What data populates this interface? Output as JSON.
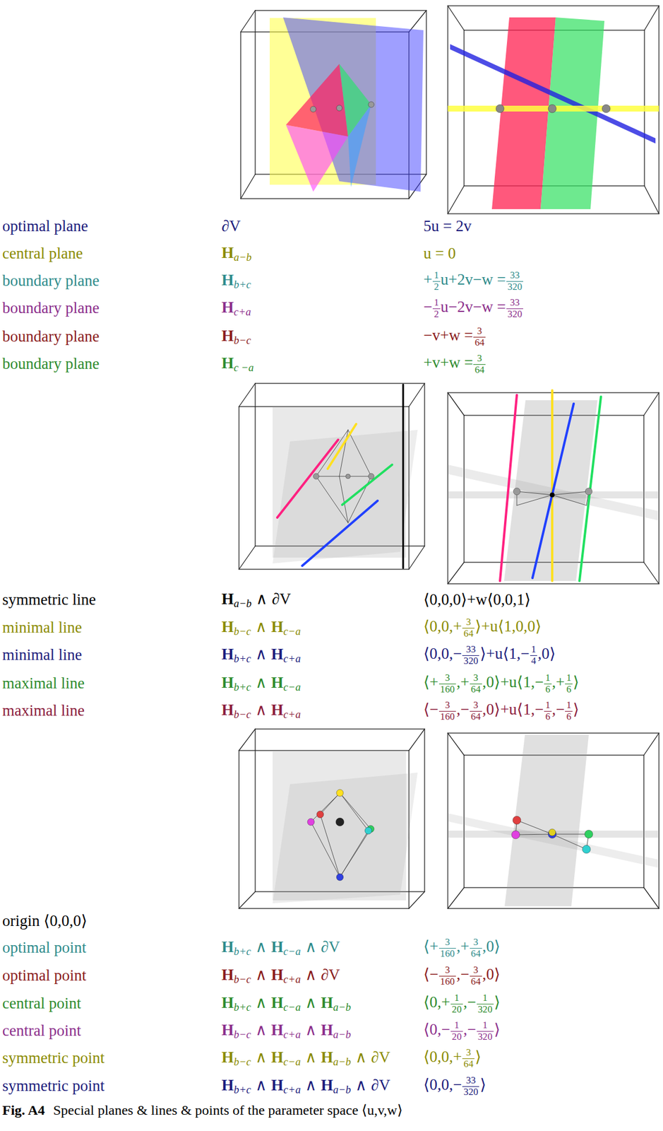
{
  "diagram": {
    "caption": "Special planes & lines & points of the parameter space ⟨u,v,w⟩",
    "labels": [
      "optimal plane",
      "∂V",
      "5u = 2v",
      "central plane",
      "H",
      "a−b",
      "u = 0",
      "boundary plane",
      "H",
      "b+c",
      "+",
      "1",
      "2",
      "u+2v−w =",
      "33",
      "320",
      "boundary plane",
      "H",
      "c+a",
      "−",
      "1",
      "2",
      "u−2v−w =",
      "33",
      "320",
      "boundary plane",
      "H",
      "b−c",
      "−v+w =",
      "3",
      "64",
      "boundary plane",
      "H",
      "c −a",
      "+v+w =",
      "3",
      "64",
      "symmetric line",
      "H",
      "a−b",
      "∧",
      "∂V",
      "⟨0,0,0⟩+w⟨0,0,1⟩",
      "minimal line",
      "H",
      "b−c",
      "∧",
      "H",
      "c−a",
      "⟨0,0,+",
      "3",
      "64",
      "⟩+u⟨1,0,0⟩",
      "minimal line",
      "H",
      "b+c",
      "∧",
      "H",
      "c+a",
      "⟨0,0,−",
      "33",
      "320",
      "⟩+u⟨1,−",
      "1",
      "4",
      ",0⟩",
      "maximal line",
      "H",
      "b+c",
      "∧",
      "H",
      "c−a",
      "⟨+",
      "3",
      "160",
      ",+",
      "3",
      "64",
      ",0⟩+u⟨1,−",
      "1",
      "6",
      ",+",
      "1",
      "6",
      "⟩",
      "maximal line",
      "H",
      "b−c",
      "∧",
      "H",
      "c+a",
      "⟨−",
      "3",
      "160",
      ",−",
      "3",
      "64",
      ",0⟩+u⟨1,−",
      "1",
      "6",
      ",−",
      "1",
      "6",
      "⟩",
      "origin ⟨0,0,0⟩",
      "optimal point",
      "H",
      "b+c",
      "∧",
      "H",
      "c−a",
      "∧",
      "∂V",
      "⟨+",
      "3",
      "160",
      ",+",
      "3",
      "64",
      ",0⟩",
      "optimal point",
      "H",
      "b−c",
      "∧",
      "H",
      "c+a",
      "∧",
      "∂V",
      "⟨−",
      "3",
      "160",
      ",−",
      "3",
      "64",
      ",0⟩",
      "central point",
      "H",
      "b+c",
      "∧",
      "H",
      "c−a",
      "∧",
      "H",
      "a−b",
      "⟨0,+",
      "1",
      "20",
      ",−",
      "1",
      "320",
      "⟩",
      "central point",
      "H",
      "b−c",
      "∧",
      "H",
      "c+a",
      "∧",
      "H",
      "a−b",
      "⟨0,−",
      "1",
      "20",
      ",−",
      "1",
      "320",
      "⟩",
      "symmetric point",
      "H",
      "b−c",
      "∧",
      "H",
      "c−a",
      "∧",
      "H",
      "a−b",
      "∧",
      "∂V",
      "⟨0,0,+",
      "3",
      "64",
      "⟩",
      "symmetric point",
      "H",
      "b+c",
      "∧",
      "H",
      "c+a",
      "∧",
      "H",
      "a−b",
      "∧",
      "∂V",
      "⟨0,0,−",
      "33",
      "320",
      "⟩",
      "Fig. A4"
    ]
  }
}
